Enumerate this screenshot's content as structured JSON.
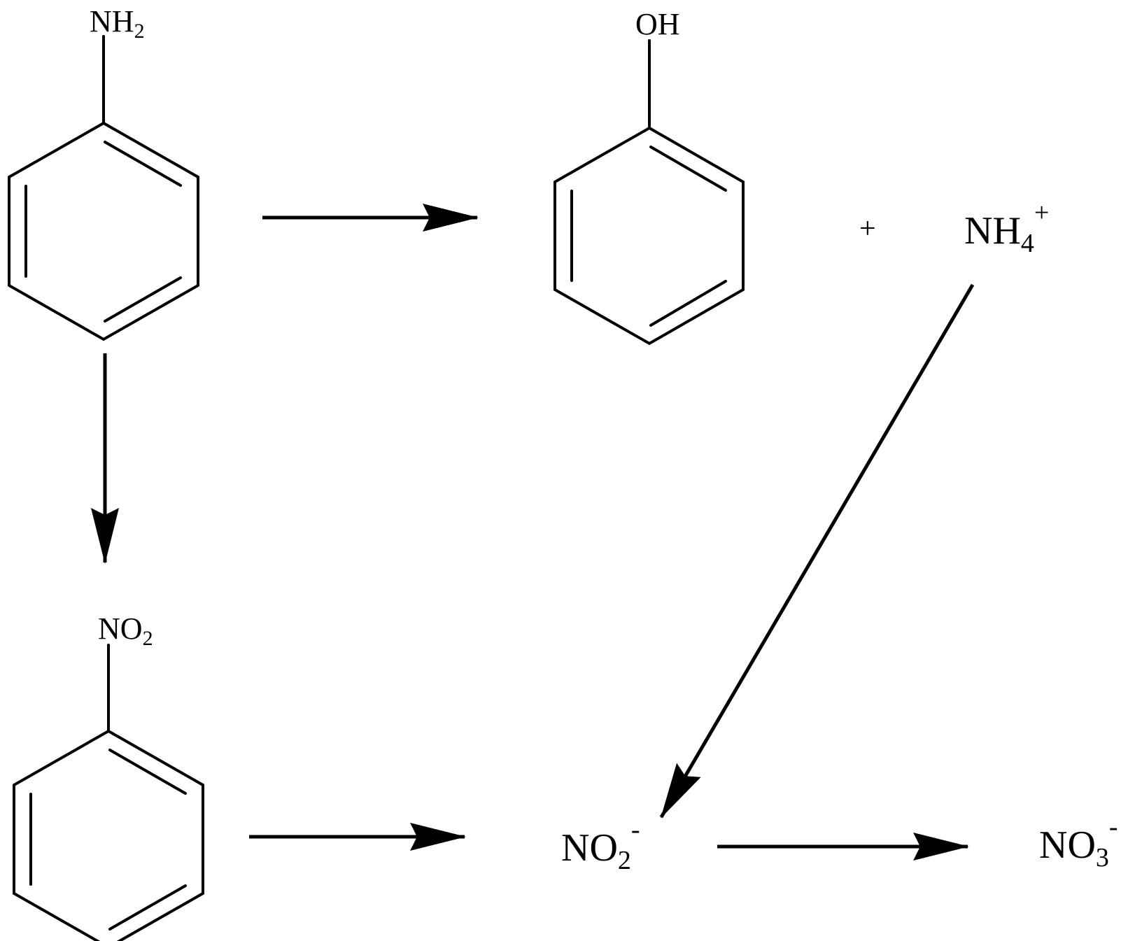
{
  "diagram": {
    "molecules": {
      "aniline": {
        "main": "NH",
        "sub": "2"
      },
      "phenol": {
        "main": "OH"
      },
      "nitrobenzene": {
        "main": "NO",
        "sub": "2"
      }
    },
    "ions": {
      "ammonium": {
        "main": "NH",
        "sub": "4",
        "sup": "+"
      },
      "nitrite": {
        "main": "NO",
        "sub": "2",
        "sup": "-"
      },
      "nitrate": {
        "main": "NO",
        "sub": "3",
        "sup": "-"
      }
    },
    "plus_sign": "+",
    "colors": {
      "ink": "#000000",
      "background": "#ffffff"
    }
  }
}
